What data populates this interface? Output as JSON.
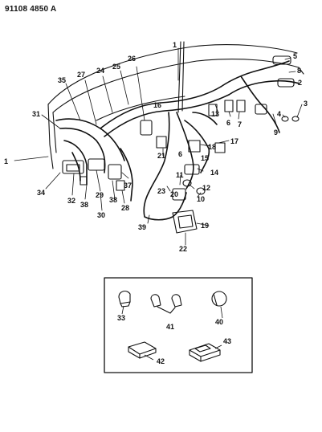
{
  "header": {
    "code": "91108 4850 A"
  },
  "callouts": {
    "c1": "1",
    "c2": "2",
    "c3": "3",
    "c4": "4",
    "c5": "5",
    "c6": "6",
    "c7": "7",
    "c8": "8",
    "c9": "9",
    "c10": "10",
    "c11": "11",
    "c12": "12",
    "c13": "13",
    "c14": "14",
    "c15": "15",
    "c16": "16",
    "c17": "17",
    "c18": "18",
    "c19": "19",
    "c20": "20",
    "c21": "21",
    "c22": "22",
    "c23": "23",
    "c24": "24",
    "c25": "25",
    "c26": "26",
    "c27": "27",
    "c28": "28",
    "c29": "29",
    "c30": "30",
    "c31": "31",
    "c32": "32",
    "c33": "33",
    "c34": "34",
    "c35": "35",
    "c37": "37",
    "c38": "38",
    "c39": "39",
    "c40": "40",
    "c41": "41",
    "c42": "42",
    "c43": "43"
  }
}
